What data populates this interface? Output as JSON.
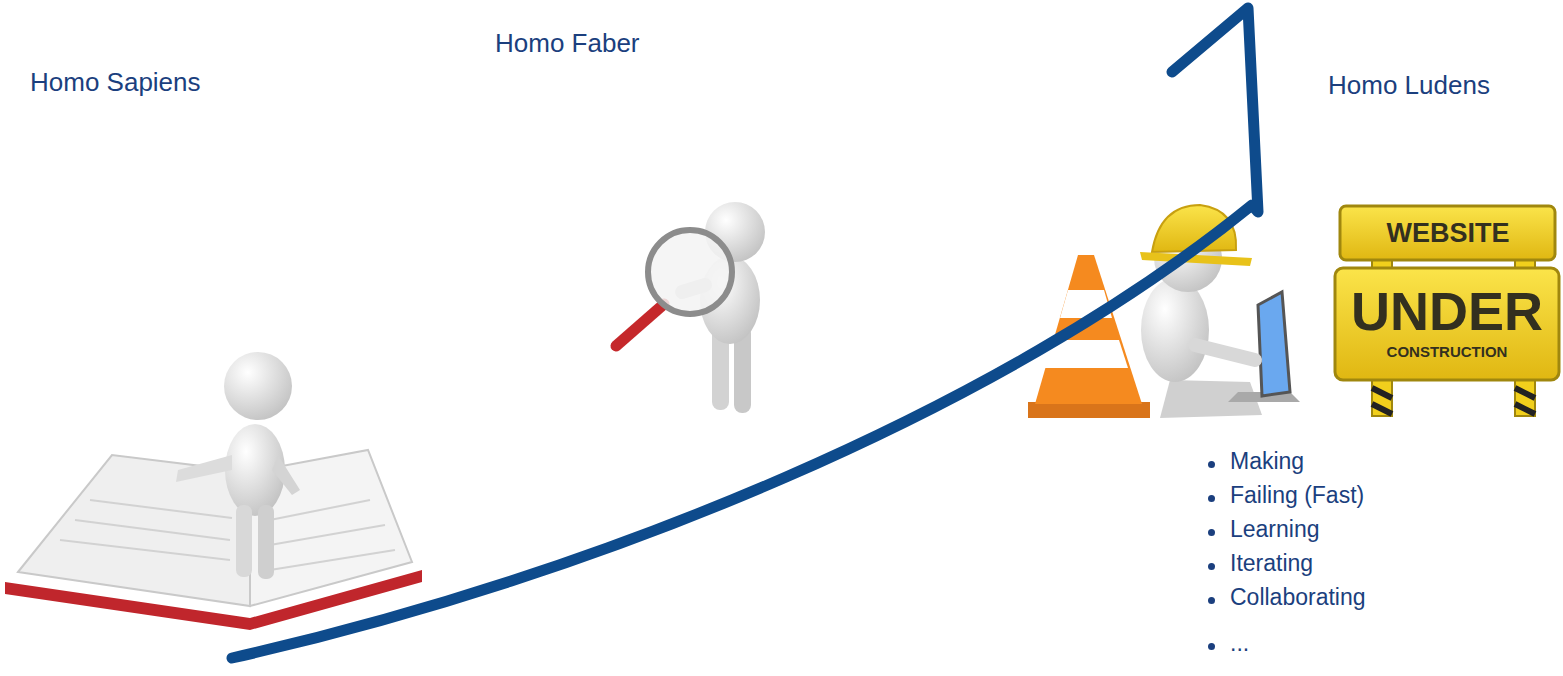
{
  "diagram": {
    "labels": [
      "Homo Sapiens",
      "Homo Faber",
      "Homo Ludens",
      "WEBSITE",
      "UNDER",
      "CONSTRUCTION",
      "Making",
      "Failing (Fast)",
      "Learning",
      "Iterating",
      "Collaborating",
      "..."
    ]
  }
}
